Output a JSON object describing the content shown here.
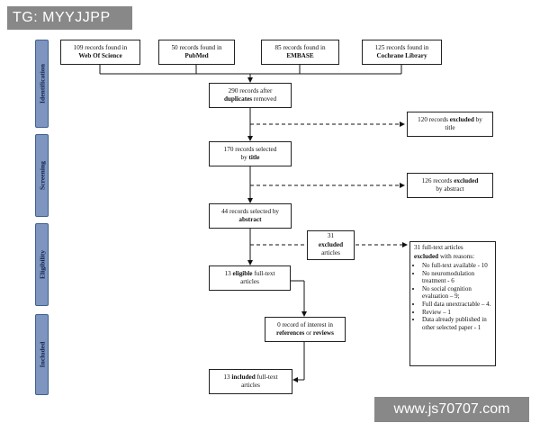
{
  "watermarks": {
    "top_left": "TG: MYYJJPP",
    "bottom_right": "www.js70707.com"
  },
  "phases": [
    "Identification",
    "Screening",
    "Eligibility",
    "Included"
  ],
  "sources": [
    {
      "pre": "109 records found in",
      "name": "Web Of Science"
    },
    {
      "pre": "50 records found in",
      "name": "PubMed"
    },
    {
      "pre": "85 records found in",
      "name": "EMBASE"
    },
    {
      "pre": "125 records found in",
      "name": "Cochrane Library"
    }
  ],
  "dedup": {
    "line1": "290 records after",
    "bold": "duplicates",
    "rest": " removed"
  },
  "excl_title": {
    "pre": "120 records ",
    "bold": "excluded",
    "post": " by",
    "line2": "title"
  },
  "screen_title": {
    "line1": "170 records selected",
    "pre": "by ",
    "bold": "title"
  },
  "excl_abstract": {
    "pre": "126 records ",
    "bold": "excluded",
    "line2": "by abstract"
  },
  "screen_abstract": {
    "line1": "44 records selected by",
    "bold": "abstract"
  },
  "excl_mid": {
    "line1": "31",
    "bold": "excluded",
    "line3": "articles"
  },
  "eligible": {
    "pre": "13 ",
    "bold": "eligible",
    "post": " full-text",
    "line2": "articles"
  },
  "interest": {
    "line1": "0 record of interest in",
    "bold1": "references",
    "mid": " or ",
    "bold2": "reviews"
  },
  "included": {
    "pre": "13 ",
    "bold": "included",
    "post": " full-text",
    "line2": "articles"
  },
  "excl_fulltext": {
    "line1": "31 full-text articles",
    "bold": "excluded",
    "post": " with reasons:",
    "reasons": [
      "No full-text available - 10",
      "No neuromodulation treatment - 6",
      "No social cognition evaluation – 9;",
      "Full data unextractable – 4.",
      "Review – 1",
      "Data already published in other selected paper - 1"
    ]
  }
}
